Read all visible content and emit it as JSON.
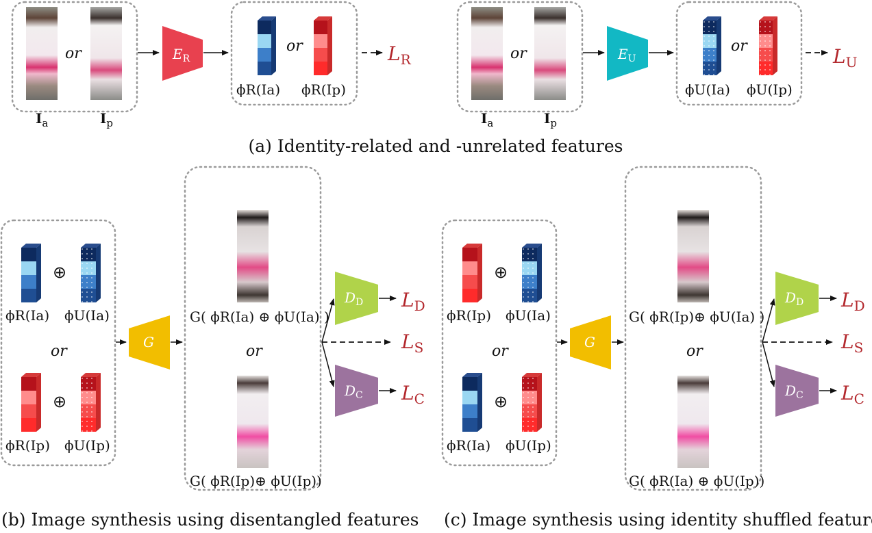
{
  "captions": {
    "a": "(a) Identity-related and -unrelated features",
    "b": "(b) Image synthesis using disentangled features",
    "c": "(c) Image synthesis using identity shuffled features"
  },
  "labels": {
    "Ia": "I",
    "Ia_sub": "a",
    "Ip": "I",
    "Ip_sub": "p",
    "or": "or",
    "plus": "⊕"
  },
  "networks": {
    "ER": "E",
    "ER_sub": "R",
    "EU": "E",
    "EU_sub": "U",
    "G": "G",
    "DD": "D",
    "DD_sub": "D",
    "DC": "D",
    "DC_sub": "C"
  },
  "losses": {
    "LR": "L",
    "LR_sub": "R",
    "LU": "L",
    "LU_sub": "U",
    "LD": "L",
    "LD_sub": "D",
    "LS": "L",
    "LS_sub": "S",
    "LC": "L",
    "LC_sub": "C"
  },
  "features": {
    "phiR_Ia": "ϕR(Ia)",
    "phiR_Ip": "ϕR(Ip)",
    "phiU_Ia": "ϕU(Ia)",
    "phiU_Ip": "ϕU(Ip)"
  },
  "outputs": {
    "b_top": "G( ϕR(Ia) ⊕ ϕU(Ia) )",
    "b_bottom": "G( ϕR(Ip)⊕ ϕU(Ip))",
    "c_top": "G( ϕR(Ip)⊕ ϕU(Ia) )",
    "c_bottom": "G( ϕR(Ia) ⊕ ϕU(Ip))"
  },
  "colors": {
    "ER": "#e8414f",
    "EU": "#12b8c4",
    "G": "#f2be00",
    "DD": "#b0d34a",
    "DC": "#9c739e",
    "loss": "#b3282d",
    "blue_stack": [
      "#0d2a5e",
      "#9ad7f2",
      "#3d7fc9",
      "#1f4e93"
    ],
    "red_stack": [
      "#b5121b",
      "#ff8c8c",
      "#f64c4c",
      "#ff2b2b"
    ]
  }
}
